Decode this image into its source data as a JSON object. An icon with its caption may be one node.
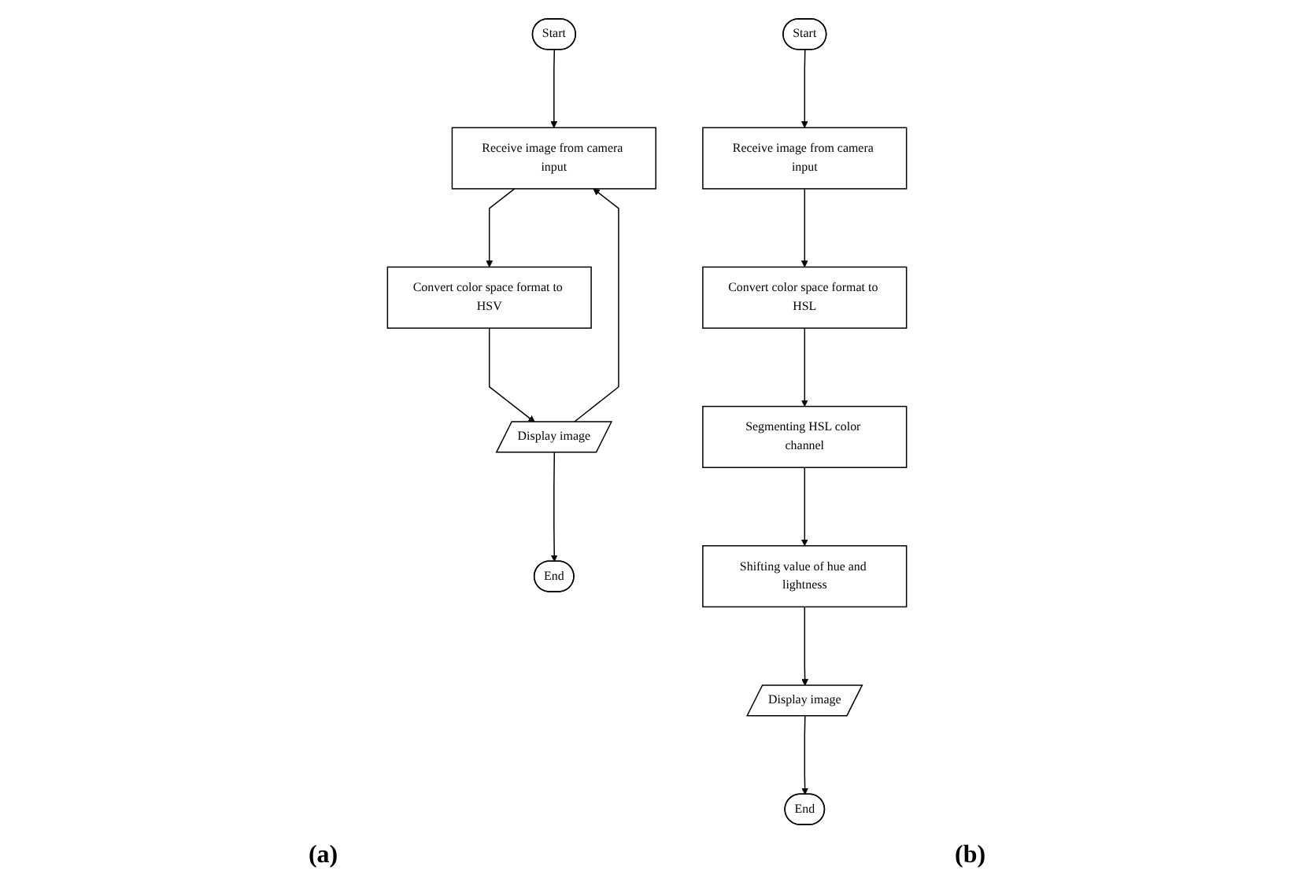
{
  "diagram": {
    "nodes": [
      {
        "text": [
          "Start"
        ]
      },
      {
        "text": [
          "Receive image from camera input"
        ]
      },
      {
        "text": [
          "Convert color space format to HSV"
        ]
      },
      {
        "text": [
          "Display image"
        ]
      },
      {
        "text": [
          "End"
        ]
      },
      {
        "text": [
          "Start"
        ]
      },
      {
        "text": [
          "Receive image from camera input"
        ]
      },
      {
        "text": [
          "Convert color space format to HSL"
        ]
      },
      {
        "text": [
          "Segmenting HSL color channel"
        ]
      },
      {
        "text": [
          "Shifting value of hue and lightness"
        ]
      },
      {
        "text": [
          "Display image"
        ]
      },
      {
        "text": [
          "End"
        ]
      }
    ],
    "edges": [
      {
        "from": 0,
        "to": 1,
        "arrow": "to"
      },
      {
        "from": 1,
        "to": 2,
        "arrow": "to"
      },
      {
        "from": 2,
        "to": 3,
        "arrow": "to"
      },
      {
        "from": 3,
        "to": 4,
        "arrow": "to"
      },
      {
        "from": 3,
        "to": 1,
        "arrow": "to"
      },
      {
        "from": 5,
        "to": 6,
        "arrow": "to"
      },
      {
        "from": 6,
        "to": 7,
        "arrow": "to"
      },
      {
        "from": 7,
        "to": 8,
        "arrow": "to"
      },
      {
        "from": 8,
        "to": 9,
        "arrow": "to"
      },
      {
        "from": 9,
        "to": 10,
        "arrow": "to"
      },
      {
        "from": 10,
        "to": 11,
        "arrow": "to"
      }
    ],
    "labels": [
      "(a)",
      "(b)"
    ]
  }
}
